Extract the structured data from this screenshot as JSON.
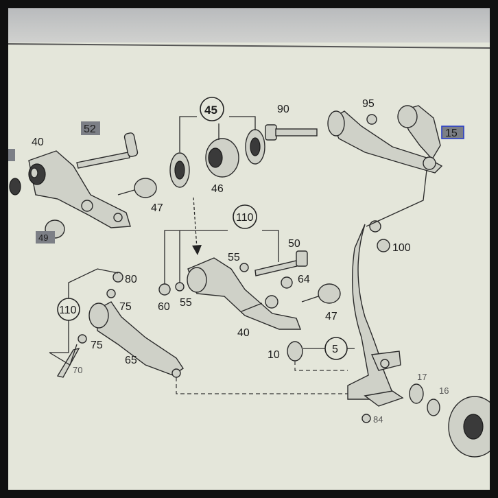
{
  "labels": {
    "l45": "45",
    "l90": "90",
    "l95": "95",
    "l15": "15",
    "l52": "52",
    "l40a": "40",
    "l46": "46",
    "l47a": "47",
    "l49": "49",
    "l110a": "110",
    "l50": "50",
    "l55a": "55",
    "l100": "100",
    "l80": "80",
    "l75a": "75",
    "l60": "60",
    "l55b": "55",
    "l64": "64",
    "l47b": "47",
    "l110b": "110",
    "l40b": "40",
    "l75b": "75",
    "l10": "10",
    "l5": "5",
    "l65": "65",
    "l70": "70",
    "l17": "17",
    "l16": "16",
    "l84": "84"
  },
  "colors": {
    "paper": "#e4e6da",
    "ink": "#2a2a2a",
    "highlight_box": "#2a3ec8",
    "highlight_fill": "#7c7f86"
  }
}
